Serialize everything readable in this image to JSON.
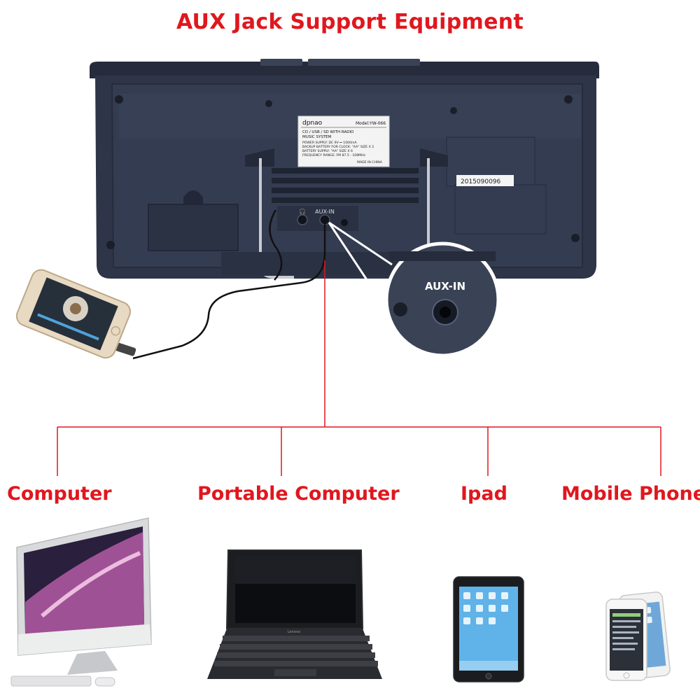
{
  "page": {
    "title": "AUX Jack Support Equipment"
  },
  "device_label": {
    "brand": "dpnao",
    "model": "Model:YW-066",
    "line1": "CD / USB / SD WITH RADIO",
    "line2": "MUSIC SYSTEM",
    "line3": "POWER SUPPLY: DC 9V ⎓ 1000mA",
    "line4": "BACKUP BATTERY FOR CLOCK: \"AA\" SIZE X 2",
    "line5": "BATTERY SUPPLY: \"AA\" SIZE X 6",
    "line6": "FREQUENCY RANGE: FM 87.5 - 108MHz",
    "line7": "MADE IN CHINA"
  },
  "serial_sticker": "2015090096",
  "jack_label": "AUX-IN",
  "zoom_label": "AUX-IN",
  "devices": [
    {
      "label": "Computer",
      "icon": "imac-computer"
    },
    {
      "label": "Portable Computer",
      "icon": "laptop"
    },
    {
      "label": "Ipad",
      "icon": "ipad-tablet"
    },
    {
      "label": "Mobile Phone",
      "icon": "smartphones"
    }
  ],
  "laptop_brand": "Lenovo",
  "colors": {
    "accent": "#e0171e",
    "device_body": "#2e3548"
  }
}
